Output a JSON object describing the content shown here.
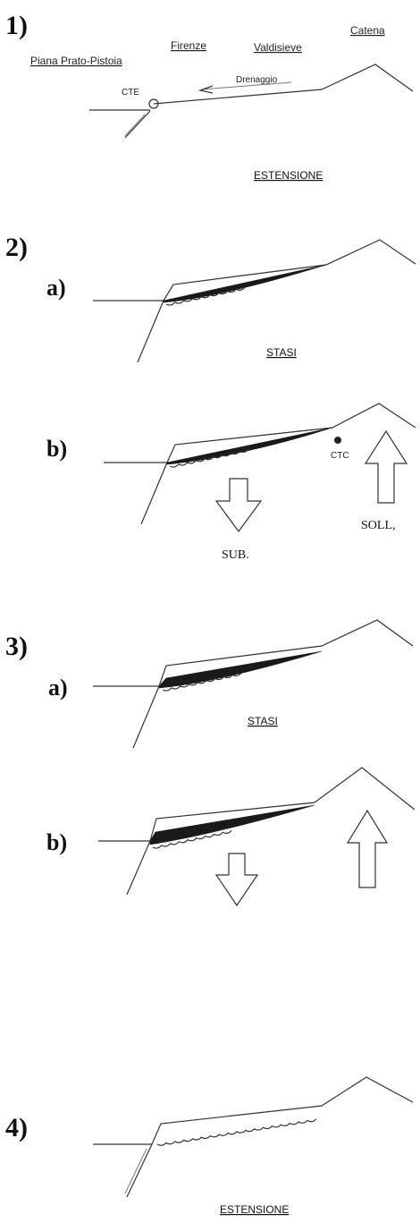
{
  "panels": {
    "p1": {
      "number": "1)",
      "places": {
        "piana": "Piana Prato-Pistoia",
        "firenze": "Firenze",
        "valdisieve": "Valdisieve",
        "catena": "Catena"
      },
      "drenaggio": "Drenaggio",
      "cte": "CTE",
      "caption": "ESTENSIONE"
    },
    "p2": {
      "number": "2)",
      "a_label": "a)",
      "a_caption": "STASI",
      "b_label": "b)",
      "ctc": "CTC",
      "sub": "SUB.",
      "soll": "SOLL,"
    },
    "p3": {
      "number": "3)",
      "a_label": "a)",
      "a_caption": "STASI",
      "b_label": "b)"
    },
    "p4": {
      "number": "4)",
      "caption": "ESTENSIONE"
    }
  },
  "colors": {
    "ink": "#333333",
    "deposit": "#1a1a1a",
    "background": "#ffffff"
  }
}
